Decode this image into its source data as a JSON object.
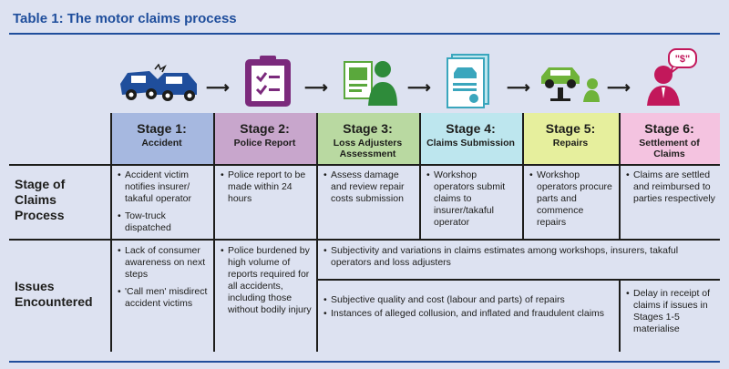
{
  "title": "Table 1: The motor claims process",
  "colors": {
    "accent": "#1f4e9c",
    "stage1": "#a6b8e0",
    "stage2": "#c8a6cc",
    "stage3": "#b9d9a1",
    "stage4": "#bde6ee",
    "stage5": "#e6ef9d",
    "stage6": "#f4c3e0"
  },
  "icons": [
    "car-crash-icon",
    "clipboard-check-icon",
    "adjuster-document-icon",
    "claim-document-icon",
    "car-repair-icon",
    "businessman-dollar-icon"
  ],
  "stages": [
    {
      "label": "Stage 1:",
      "name": "Accident"
    },
    {
      "label": "Stage 2:",
      "name": "Police Report"
    },
    {
      "label": "Stage 3:",
      "name": "Loss Adjusters Assessment"
    },
    {
      "label": "Stage 4:",
      "name": "Claims Submission"
    },
    {
      "label": "Stage 5:",
      "name": "Repairs"
    },
    {
      "label": "Stage 6:",
      "name": "Settlement of Claims"
    }
  ],
  "rows": {
    "process": {
      "label": "Stage of Claims Process",
      "cells": [
        [
          "Accident victim notifies insurer/ takaful operator",
          "Tow-truck dispatched"
        ],
        [
          "Police report to be made within 24 hours"
        ],
        [
          "Assess damage and review repair costs submission"
        ],
        [
          "Workshop operators submit claims to insurer/takaful operator"
        ],
        [
          "Workshop operators procure parts and commence repairs"
        ],
        [
          "Claims are settled and reimbursed to parties respectively"
        ]
      ]
    },
    "issues": {
      "label": "Issues Encountered",
      "stage1": [
        "Lack of consumer awareness on next steps",
        "'Call men' misdirect accident victims"
      ],
      "stage2": [
        "Police burdened by high volume of reports required for all accidents, including those without bodily injury"
      ],
      "stages3to6": [
        "Subjectivity and variations in claims estimates among workshops, insurers, takaful operators and loss adjusters"
      ],
      "stages3to5": [
        "Subjective quality and cost (labour and parts) of repairs",
        "Instances of alleged collusion, and inflated and fraudulent claims"
      ],
      "stage6": [
        "Delay in receipt of claims if issues in Stages 1-5 materialise"
      ]
    }
  }
}
